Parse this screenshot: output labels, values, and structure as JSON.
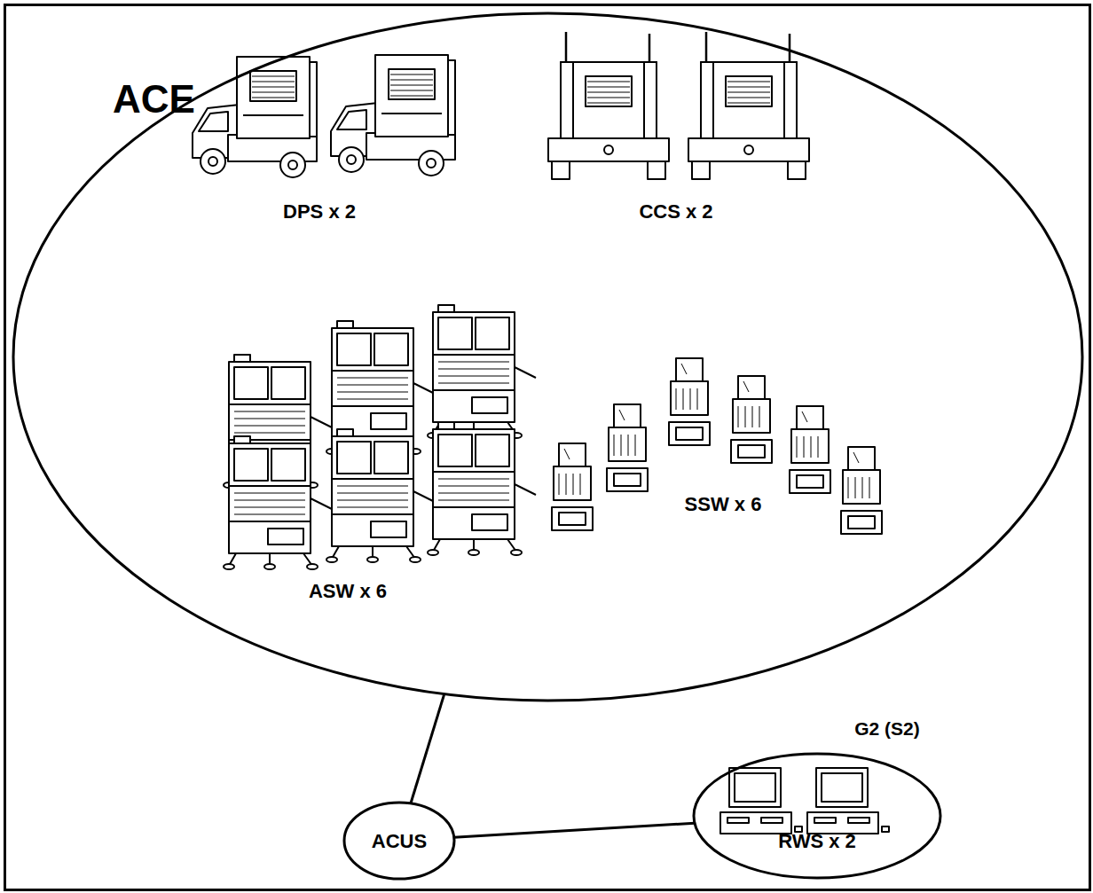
{
  "diagram": {
    "nodes": [
      {
        "text": [
          "ACE"
        ]
      },
      {
        "text": [
          "G2 (S2)",
          "RWS x 2"
        ]
      },
      {
        "text": [
          "ACUS"
        ]
      }
    ],
    "edges": [
      {
        "from": 0,
        "to": 2,
        "arrow": "none"
      },
      {
        "from": 2,
        "to": 1,
        "arrow": "none"
      }
    ],
    "labels": [
      "DPS x 2",
      "CCS x 2",
      "ASW x 6",
      "SSW x 6"
    ]
  }
}
